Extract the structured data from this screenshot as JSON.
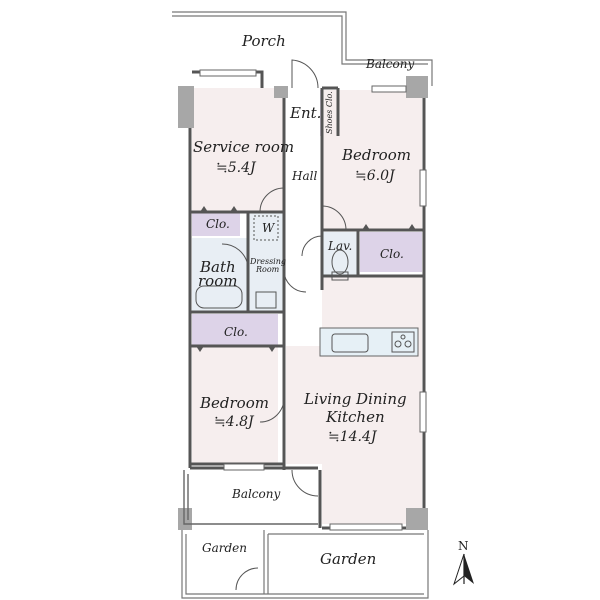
{
  "areas": {
    "porch": "Porch",
    "balcony_top": "Balcony",
    "entrance": "Ent.",
    "shoes_closet": "Shoes Clo.",
    "service_room": "Service room",
    "service_room_size": "≒5.4J",
    "hall": "Hall",
    "bedroom_ne": "Bedroom",
    "bedroom_ne_size": "≒6.0J",
    "closet_service": "Clo.",
    "washer": "W",
    "dressing_room_1": "Dressing",
    "dressing_room_2": "Room",
    "bathroom_1": "Bath",
    "bathroom_2": "room",
    "lavatory": "Lav.",
    "closet_bedroom_ne": "Clo.",
    "closet_bedroom_sw": "Clo.",
    "bedroom_sw": "Bedroom",
    "bedroom_sw_size": "≒4.8J",
    "ldk_1": "Living Dining",
    "ldk_2": "Kitchen",
    "ldk_size": "≒14.4J",
    "balcony_bottom": "Balcony",
    "garden_small": "Garden",
    "garden_large": "Garden",
    "north": "N"
  },
  "colors": {
    "room_fill": "#f6eeee",
    "closet_fill": "#ddd3e8",
    "wet_fill": "#e8eef4",
    "kitchen_fill": "#e6f0f6",
    "wall": "#555555",
    "column": "#a7a7a7"
  }
}
